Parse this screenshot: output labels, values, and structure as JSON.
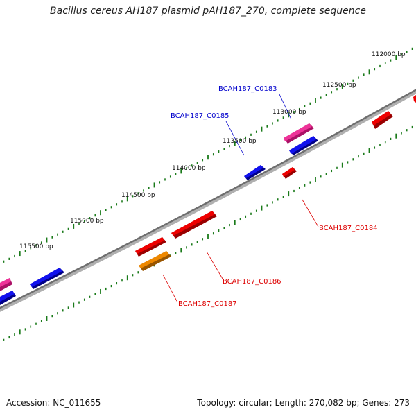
{
  "title": "Bacillus cereus AH187 plasmid pAH187_270, complete sequence",
  "footer": {
    "accession": "Accession: NC_011655",
    "topology": "Topology: circular; Length: 270,082 bp; Genes: 273"
  },
  "colors": {
    "backbone": "#7a7a7a",
    "tick": "#1a7a1a",
    "label_blue": "#0000cc",
    "label_red": "#dd0000",
    "gene_red": "#ee0000",
    "gene_blue": "#0000dd",
    "gene_pink": "#ee3399",
    "gene_orange": "#ee8800"
  },
  "position_ticks": [
    {
      "label": "112000 bp",
      "bp": 112000
    },
    {
      "label": "112500 bp",
      "bp": 112500
    },
    {
      "label": "113000 bp",
      "bp": 113000
    },
    {
      "label": "113500 bp",
      "bp": 113500
    },
    {
      "label": "114000 bp",
      "bp": 114000
    },
    {
      "label": "114500 bp",
      "bp": 114500
    },
    {
      "label": "115000 bp",
      "bp": 115000
    },
    {
      "label": "115500 bp",
      "bp": 115500
    }
  ],
  "gene_labels": [
    {
      "name": "BCAH187_C0183",
      "strand": "forward",
      "color": "label_blue"
    },
    {
      "name": "BCAH187_C0185",
      "strand": "forward",
      "color": "label_blue"
    },
    {
      "name": "BCAH187_C0184",
      "strand": "reverse",
      "color": "label_red"
    },
    {
      "name": "BCAH187_C0186",
      "strand": "reverse",
      "color": "label_red"
    },
    {
      "name": "BCAH187_C0187",
      "strand": "reverse",
      "color": "label_red"
    }
  ]
}
